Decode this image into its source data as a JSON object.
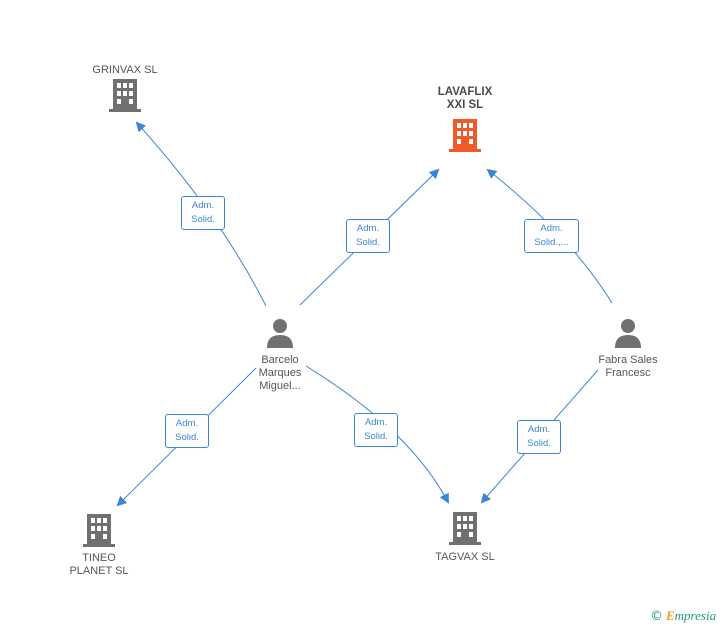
{
  "companies": {
    "grinvax": {
      "name": "GRINVAX SL",
      "color": "#707070"
    },
    "lavaflix": {
      "name": "LAVAFLIX\nXXI SL",
      "color": "#f05a28"
    },
    "tineo": {
      "name": "TINEO\nPLANET SL",
      "color": "#707070"
    },
    "tagvax": {
      "name": "TAGVAX SL",
      "color": "#707070"
    }
  },
  "persons": {
    "barcelo": {
      "name": "Barcelo\nMarques\nMiguel...",
      "color": "#707070"
    },
    "fabra": {
      "name": "Fabra Sales\nFrancesc",
      "color": "#707070"
    }
  },
  "relations": {
    "barcelo_grinvax": "Adm.\nSolid.",
    "barcelo_lavaflix": "Adm.\nSolid.",
    "fabra_lavaflix": "Adm.\nSolid.,...",
    "barcelo_tineo": "Adm.\nSolid.",
    "barcelo_tagvax": "Adm.\nSolid.",
    "fabra_tagvax": "Adm.\nSolid."
  },
  "colors": {
    "link": "#3d85d8"
  },
  "brand": {
    "copyright": "©",
    "name": "mpresia",
    "initial": "E"
  }
}
